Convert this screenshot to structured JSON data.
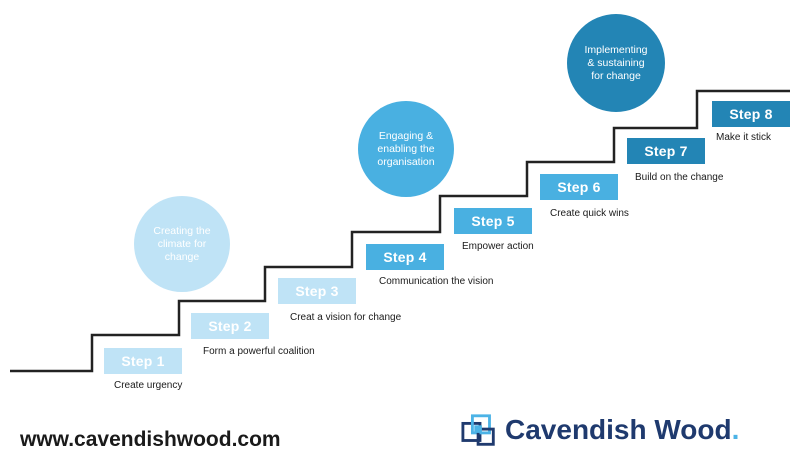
{
  "phases": [
    {
      "text": "Creating the\nclimate for\nchange",
      "color": "#bfe3f6"
    },
    {
      "text": "Engaging &\nenabling the\norganisation",
      "color": "#49b0e1"
    },
    {
      "text": "Implementing\n& sustaining\nfor change",
      "color": "#2385b5"
    }
  ],
  "steps": [
    {
      "label": "Step 1",
      "caption": "Create urgency",
      "color": "#bfe3f6"
    },
    {
      "label": "Step 2",
      "caption": "Form a powerful coalition",
      "color": "#bfe3f6"
    },
    {
      "label": "Step 3",
      "caption": "Creat a vision for change",
      "color": "#bfe3f6"
    },
    {
      "label": "Step 4",
      "caption": "Communication the vision",
      "color": "#49b0e1"
    },
    {
      "label": "Step 5",
      "caption": "Empower action",
      "color": "#49b0e1"
    },
    {
      "label": "Step 6",
      "caption": "Create quick wins",
      "color": "#49b0e1"
    },
    {
      "label": "Step 7",
      "caption": "Build on the change",
      "color": "#2385b5"
    },
    {
      "label": "Step 8",
      "caption": "Make it stick",
      "color": "#2385b5"
    }
  ],
  "footer": {
    "url": "www.cavendishwood.com",
    "logo_text": "Cavendish Wood",
    "logo_dot": "."
  }
}
